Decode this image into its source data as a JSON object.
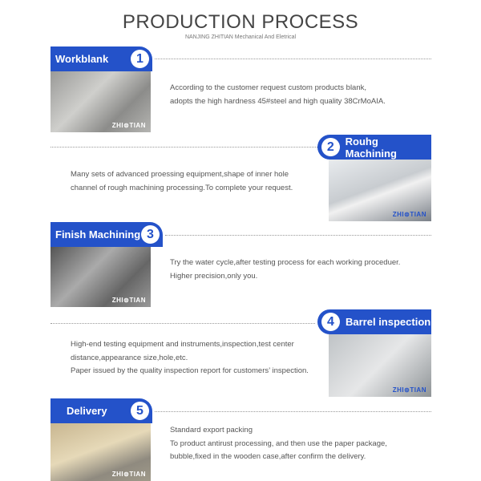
{
  "header": {
    "title": "PRODUCTION PROCESS",
    "subtitle": "NANJING ZHITIAN Mechanical And Eletrical"
  },
  "watermark": "ZHI⊜TIAN",
  "steps": [
    {
      "number": "1",
      "label": "Workblank",
      "lines": [
        "According to the customer request custom products blank,",
        "adopts the high hardness 45#steel and high quality 38CrMoAIA."
      ]
    },
    {
      "number": "2",
      "label": "Rouhg Machining",
      "lines": [
        "Many sets of advanced proessing equipment,shape of inner hole",
        "channel of rough machining processing.To complete your request."
      ]
    },
    {
      "number": "3",
      "label": "Finish Machining",
      "lines": [
        "Try the water cycle,after testing process for each working proceduer.",
        "Higher precision,only you."
      ]
    },
    {
      "number": "4",
      "label": "Barrel inspection",
      "lines": [
        "High-end testing equipment and instruments,inspection,test center",
        "distance,appearance size,hole,etc.",
        "Paper issued by the quality inspection report for customers’  inspection."
      ]
    },
    {
      "number": "5",
      "label": "Delivery",
      "lines": [
        "Standard export packing",
        "To product antirust processing, and then use the paper package,",
        "bubble,fixed in the wooden case,after confirm the delivery."
      ]
    }
  ],
  "colors": {
    "accent": "#2452c9"
  }
}
